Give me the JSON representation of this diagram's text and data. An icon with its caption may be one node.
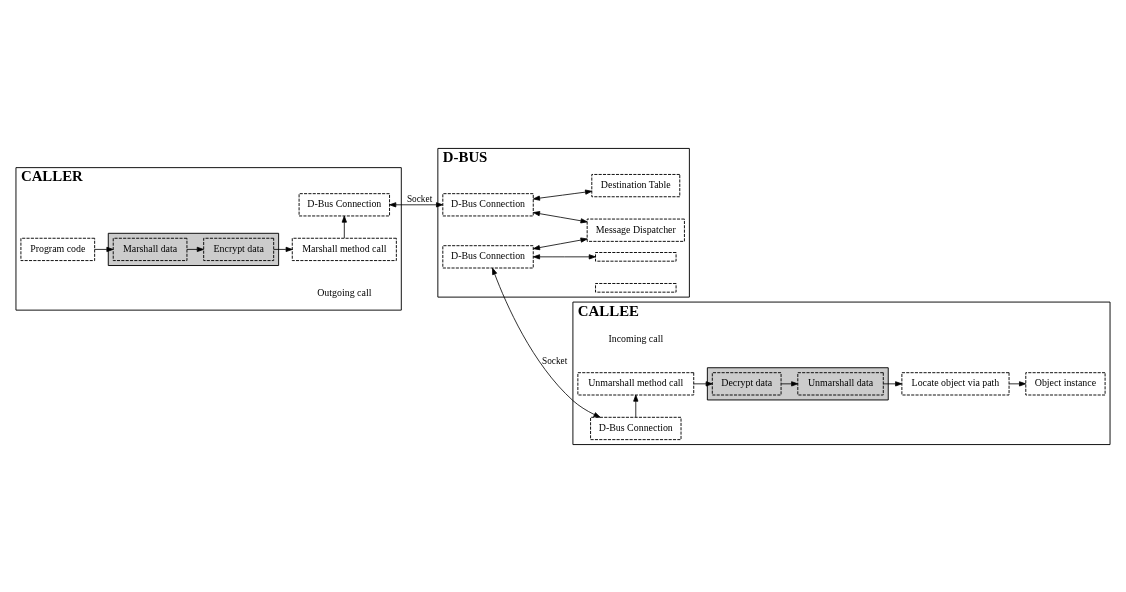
{
  "diagram": {
    "nodes": [
      {
        "text": [
          "CALLER"
        ]
      },
      {
        "text": [
          "Program code"
        ],
        "in": 0
      },
      {
        "text": [],
        "shape": "box",
        "in": 0
      },
      {
        "text": [
          "Marshall data"
        ],
        "in": 2
      },
      {
        "text": [
          "Encrypt data"
        ],
        "in": 2
      },
      {
        "text": [
          "Marshall method call"
        ],
        "in": 0
      },
      {
        "text": [
          "D-Bus Connection"
        ],
        "in": 0
      },
      {
        "text": [
          "D-BUS"
        ]
      },
      {
        "text": [
          "D-Bus Connection"
        ],
        "in": 7
      },
      {
        "text": [
          "Message Dispatcher"
        ],
        "in": 7
      },
      {
        "text": [
          "Destination Table"
        ],
        "in": 7
      },
      {
        "text": [
          "D-Bus Connection"
        ],
        "in": 7
      },
      {
        "text": [],
        "shape": "box",
        "in": 7
      },
      {
        "text": [],
        "shape": "box",
        "in": 7
      },
      {
        "text": [
          "CALLEE"
        ]
      },
      {
        "text": [
          "D-Bus Connection"
        ],
        "in": 14
      },
      {
        "text": [
          "Unmarshall method call"
        ],
        "in": 14
      },
      {
        "text": [],
        "shape": "box",
        "in": 14
      },
      {
        "text": [
          "Decrypt data"
        ],
        "in": 17
      },
      {
        "text": [
          "Unmarshall data"
        ],
        "in": 17
      },
      {
        "text": [
          "Locate object via path"
        ],
        "in": 14
      },
      {
        "text": [
          "Object instance"
        ],
        "in": 14
      }
    ],
    "edges": [
      {
        "from": 1,
        "to": 3,
        "arrow": "to"
      },
      {
        "from": 3,
        "to": 4,
        "arrow": "to"
      },
      {
        "from": 4,
        "to": 5,
        "arrow": "to"
      },
      {
        "from": 5,
        "to": 6,
        "arrow": "to"
      },
      {
        "from": 6,
        "to": 8,
        "arrow": "both",
        "label": "Socket"
      },
      {
        "from": 8,
        "to": 9,
        "arrow": "both"
      },
      {
        "from": 8,
        "to": 10,
        "arrow": "both"
      },
      {
        "from": 11,
        "to": 9,
        "arrow": "both"
      },
      {
        "from": 11,
        "to": 12,
        "arrow": "both"
      },
      {
        "from": 11,
        "to": 15,
        "arrow": "both",
        "label": "Socket"
      },
      {
        "from": 15,
        "to": 16,
        "arrow": "to"
      },
      {
        "from": 16,
        "to": 18,
        "arrow": "to"
      },
      {
        "from": 18,
        "to": 19,
        "arrow": "to"
      },
      {
        "from": 19,
        "to": 20,
        "arrow": "to"
      },
      {
        "from": 20,
        "to": 21,
        "arrow": "to"
      }
    ],
    "labels": [
      "Outgoing call",
      "Incoming call"
    ]
  }
}
